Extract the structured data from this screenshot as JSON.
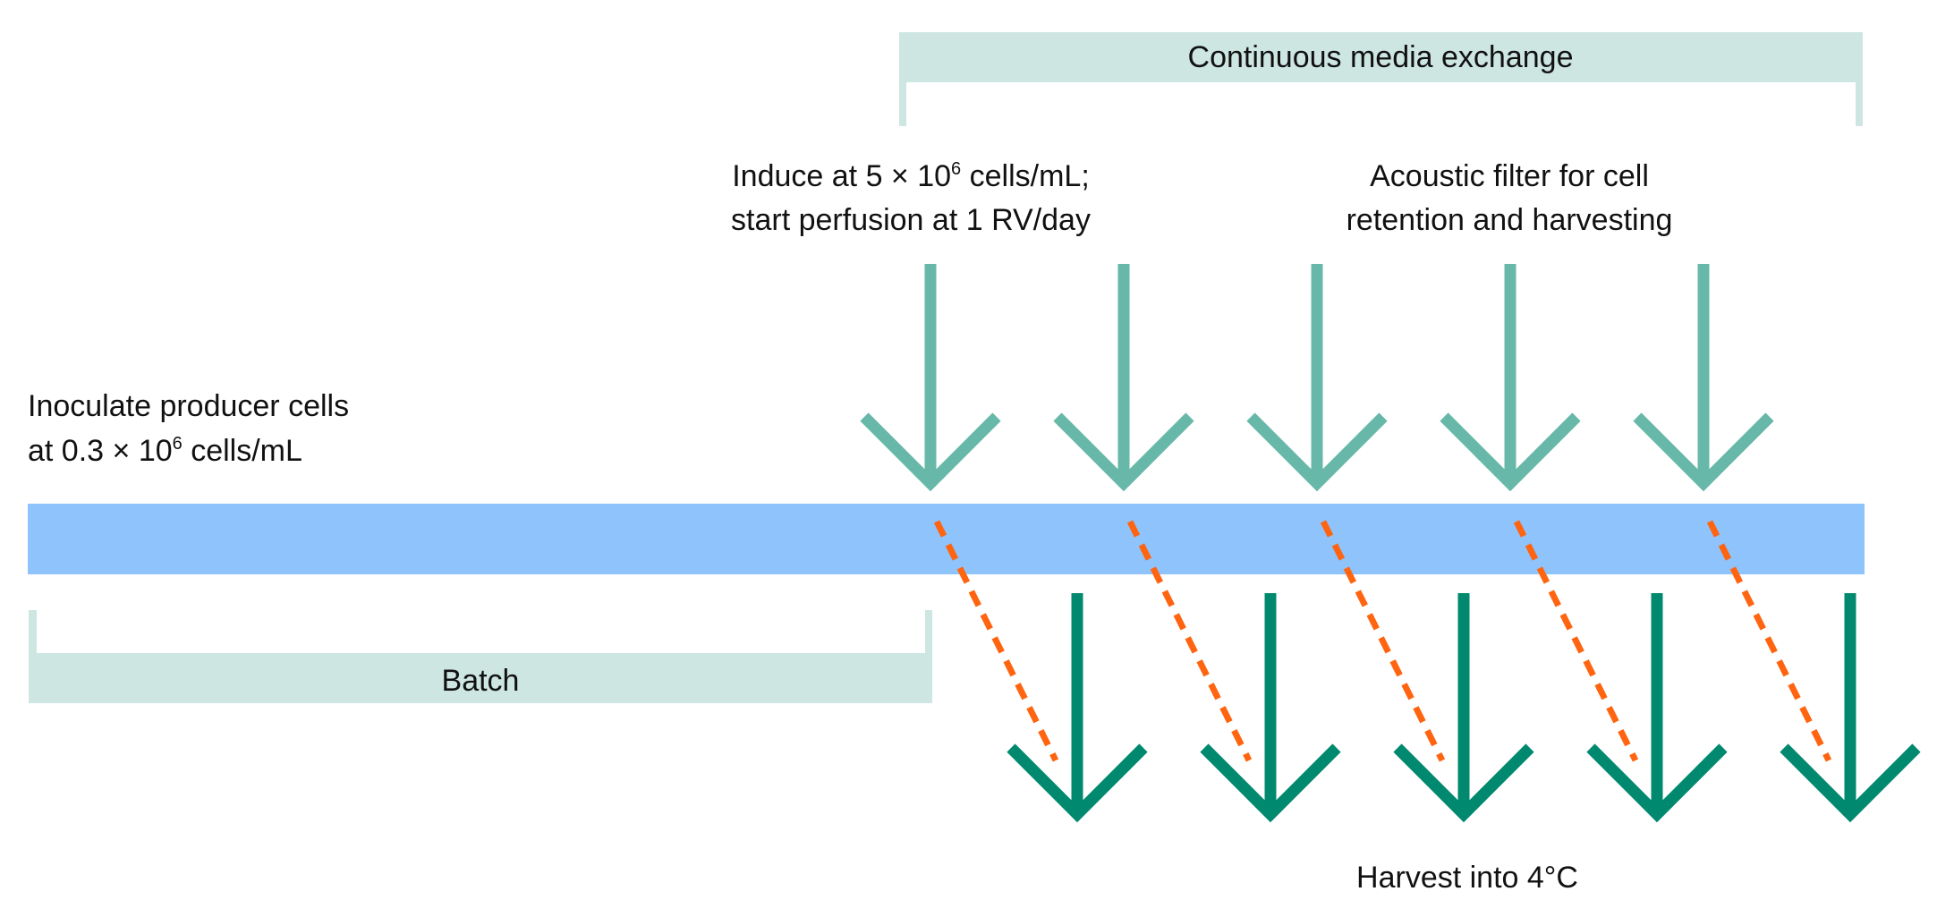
{
  "colors": {
    "bracket_fill": "#cde6e1",
    "timeline_bar": "#8fc3fc",
    "input_arrow": "#67b8a8",
    "harvest_arrow": "#00896e",
    "dashed_path": "#ff6410",
    "text": "#111111"
  },
  "brackets": {
    "continuous": {
      "label": "Continuous media exchange"
    },
    "batch": {
      "label": "Batch"
    }
  },
  "labels": {
    "inoculate": {
      "line1": "Inoculate producer cells",
      "line2_prefix": "at 0.3 × 10",
      "line2_sup": "6",
      "line2_suffix": " cells/mL"
    },
    "induce": {
      "line1_prefix": "Induce at 5 × 10",
      "line1_sup": "6",
      "line1_suffix": " cells/mL;",
      "line2": "start perfusion at 1 RV/day"
    },
    "acoustic": {
      "line1": "Acoustic filter for cell",
      "line2": "retention and harvesting"
    },
    "harvest": "Harvest into 4°C"
  },
  "input_arrows": {
    "count": 5,
    "icon": "arrow-down-icon"
  },
  "harvest_arrows": {
    "count": 5,
    "icon": "arrow-down-icon"
  },
  "dashed_connectors": {
    "count": 5
  }
}
